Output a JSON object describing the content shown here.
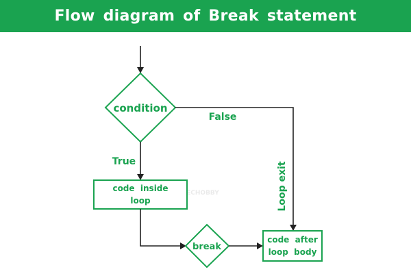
{
  "title": "Flow diagram of Break statement",
  "colors": {
    "header_bg": "#1aa350",
    "accent": "#1aa350",
    "line": "#222222"
  },
  "nodes": {
    "condition": "condition",
    "code_inside": [
      "code  inside",
      "loop"
    ],
    "break": "break",
    "code_after": [
      "code  after",
      "loop  body"
    ]
  },
  "edges": {
    "false_label": "False",
    "true_label": "True",
    "loop_exit_label": "Loop  exit"
  },
  "watermark": "TECHOBBY"
}
